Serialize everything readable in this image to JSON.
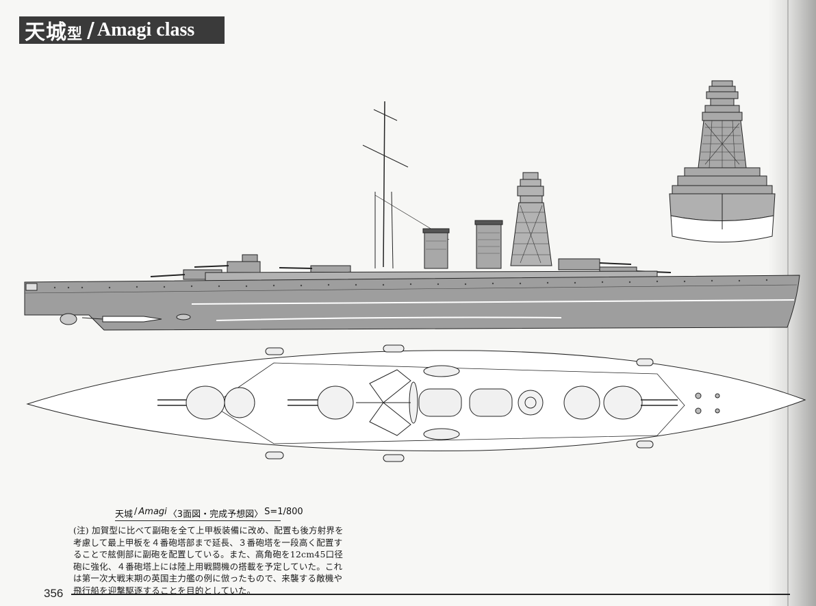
{
  "header": {
    "title_jp": "天城",
    "title_jp_suffix": "型",
    "title_slash": "/",
    "title_en": "Amagi class"
  },
  "figure": {
    "caption_name": "天城",
    "caption_sep": "/",
    "caption_name_en": "Amagi",
    "caption_detail": "〈3面図・完成予想図〉",
    "caption_scale": "S=1/800"
  },
  "note": {
    "text": "(注) 加賀型に比べて副砲を全て上甲板装備に改め、配置も後方射界を考慮して最上甲板を４番砲塔部まで延長、３番砲塔を一段高く配置することで舷側部に副砲を配置している。また、高角砲を12cm45口径砲に強化、４番砲塔上には陸上用戦闘機の搭載を予定していた。これは第一次大戦末期の英国主力艦の例に倣ったもので、来襲する敵機や飛行船を迎撃駆逐することを目的としていた。"
  },
  "footer": {
    "page_number": "356"
  },
  "colors": {
    "hull_gray": "#9e9e9e",
    "title_bg": "#3a3a3a"
  }
}
